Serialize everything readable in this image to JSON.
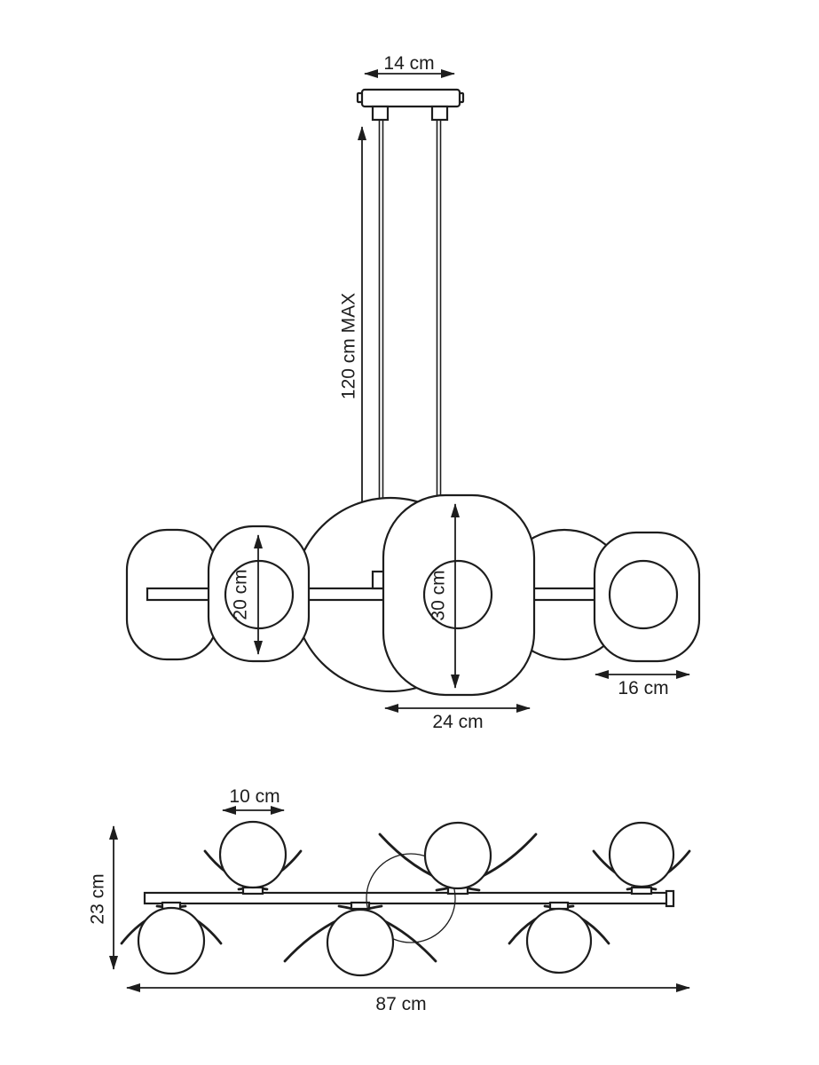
{
  "page": {
    "background": "#ffffff",
    "line_color": "#1d1d1d",
    "subject": "pendant lamp dimension drawing"
  },
  "side_view": {
    "labels": {
      "canopy_width": "14 cm",
      "suspension_length": "120 cm MAX",
      "small_shade_height": "20 cm",
      "large_shade_height": "30 cm",
      "large_shade_width": "24 cm",
      "right_shade_width": "16 cm"
    }
  },
  "top_view": {
    "labels": {
      "sphere_diameter": "10 cm",
      "fixture_depth": "23 cm",
      "fixture_width": "87 cm"
    }
  }
}
